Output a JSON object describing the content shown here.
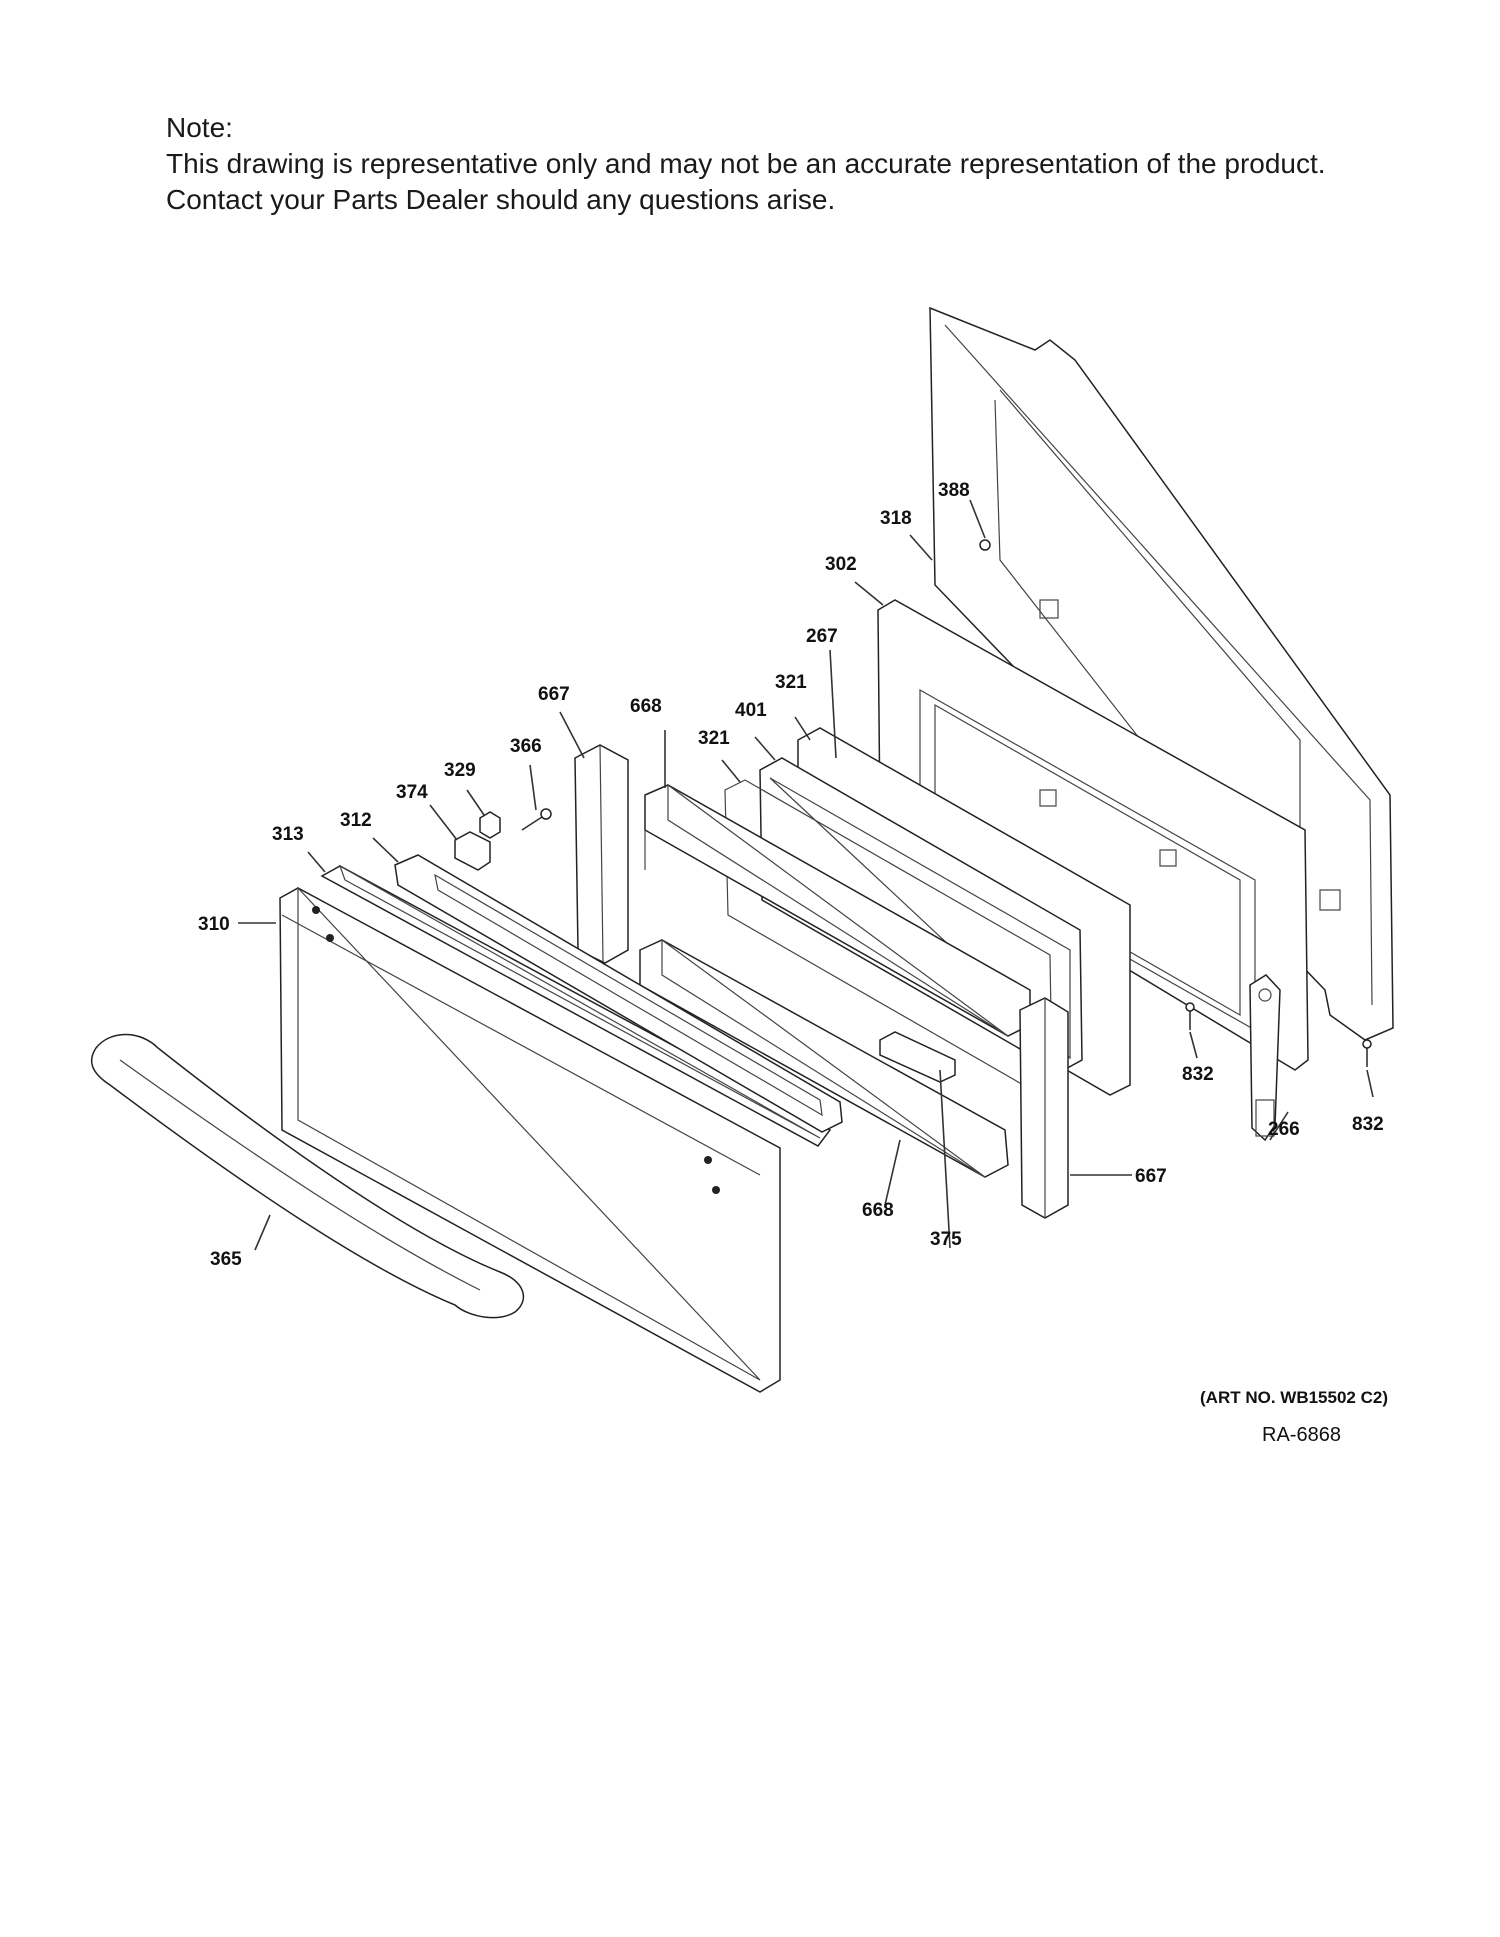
{
  "note": {
    "heading": "Note:",
    "line1": "This drawing is representative only and may not be an accurate representation of the product.",
    "line2": "Contact your Parts Dealer should any questions arise."
  },
  "callouts": {
    "c388": "388",
    "c318": "318",
    "c302": "302",
    "c267": "267",
    "c321a": "321",
    "c401": "401",
    "c321b": "321",
    "c667a": "667",
    "c668a": "668",
    "c366": "366",
    "c329": "329",
    "c374": "374",
    "c312": "312",
    "c313": "313",
    "c310": "310",
    "c832a": "832",
    "c266": "266",
    "c832b": "832",
    "c667b": "667",
    "c668b": "668",
    "c375": "375",
    "c365": "365"
  },
  "art_number": "(ART NO. WB15502 C2)",
  "ra_number": "RA-6868"
}
